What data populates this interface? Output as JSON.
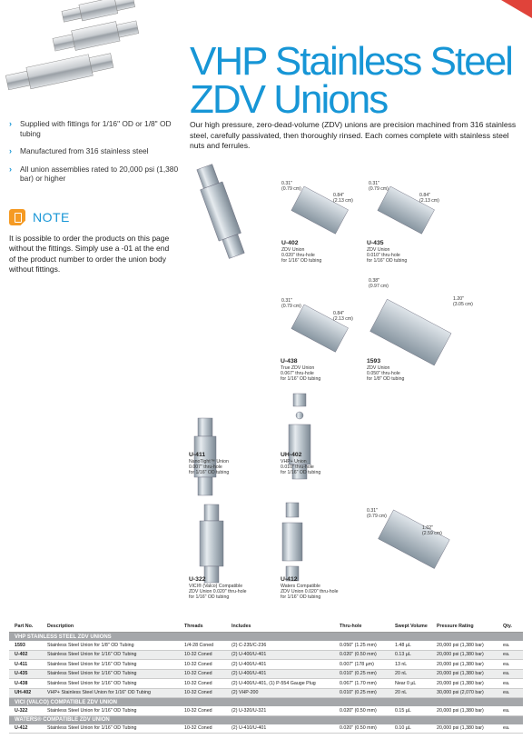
{
  "title": {
    "line1": "VHP Stainless Steel",
    "line2": "ZDV Unions"
  },
  "bullets": [
    "Supplied with fittings for 1/16\" OD or 1/8\" OD tubing",
    "Manufactured from 316 stainless steel",
    "All union assemblies rated to 20,000 psi (1,380 bar) or higher"
  ],
  "note": {
    "label": "NOTE",
    "text": "It is possible to order the products on this page without the fittings. Simply use a -01 at the end of the product number to order the union body without fittings."
  },
  "intro": "Our high pressure, zero-dead-volume (ZDV) unions are precision machined from 316 stainless steel, carefully passivated, then thoroughly rinsed. Each comes complete with stainless steel nuts and ferrules.",
  "products": {
    "u402": {
      "pn": "U-402",
      "l1": "ZDV Union",
      "l2": "0.020\" thru-hole",
      "l3": "for 1/16\" OD tubing",
      "d1": "0.31\"",
      "d1m": "(0.79 cm)",
      "d2": "0.84\"",
      "d2m": "(2.13 cm)"
    },
    "u435": {
      "pn": "U-435",
      "l1": "ZDV Union",
      "l2": "0.010\" thru-hole",
      "l3": "for 1/16\" OD tubing",
      "d1": "0.31\"",
      "d1m": "(0.79 cm)",
      "d2": "0.84\"",
      "d2m": "(2.13 cm)"
    },
    "u438": {
      "pn": "U-438",
      "l1": "True ZDV Union",
      "l2": "0.067\" thru-hole",
      "l3": "for 1/16\" OD tubing",
      "d1": "0.31\"",
      "d1m": "(0.79 cm)",
      "d2": "0.84\"",
      "d2m": "(2.13 cm)"
    },
    "p1593": {
      "pn": "1593",
      "l1": "ZDV Union",
      "l2": "0.050\" thru-hole",
      "l3": "for 1/8\" OD tubing",
      "d1": "0.38\"",
      "d1m": "(0.97 cm)",
      "d2": "1.20\"",
      "d2m": "(3.05 cm)"
    },
    "u411": {
      "pn": "U-411",
      "l1": "NanoTight™ Union",
      "l2": "0.007\" thru-hole",
      "l3": "for 1/16\" OD tubing"
    },
    "uh402": {
      "pn": "UH-402",
      "l1": "VHP+ Union",
      "l2": "0.010\" thru-hole",
      "l3": "for 1/16\" OD tubing"
    },
    "u322": {
      "pn": "U-322",
      "l1": "VICI® (Valco) Compatible",
      "l2": "ZDV Union 0.020\" thru-hole",
      "l3": "for 1/16\" OD tubing"
    },
    "u412": {
      "pn": "U-412",
      "l1": "Waters Compatible",
      "l2": "ZDV Union 0.020\" thru-hole",
      "l3": "for 1/16\" OD tubing",
      "d1": "0.31\"",
      "d1m": "(0.79 cm)",
      "d2": "1.02\"",
      "d2m": "(2.59 cm)"
    }
  },
  "table": {
    "headers": [
      "Part No.",
      "Description",
      "Threads",
      "Includes",
      "Thru-hole",
      "Swept Volume",
      "Pressure Rating",
      "Qty."
    ],
    "sections": [
      {
        "name": "VHP STAINLESS STEEL ZDV UNIONS",
        "rows": [
          [
            "1593",
            "Stainless Steel Union for 1/8\" OD Tubing",
            "1/4-28 Coned",
            "(2) C-235/C-236",
            "0.050\" (1.25 mm)",
            "1.48 µL",
            "20,000 psi (1,380 bar)",
            "ea."
          ],
          [
            "U-402",
            "Stainless Steel Union for 1/16\" OD Tubing",
            "10-32 Coned",
            "(2) U-400/U-401",
            "0.020\" (0.50 mm)",
            "0.13 µL",
            "20,000 psi (1,380 bar)",
            "ea."
          ],
          [
            "U-411",
            "Stainless Steel Union for 1/16\" OD Tubing",
            "10-32 Coned",
            "(2) U-400/U-401",
            "0.007\" (178 µm)",
            "13 nL",
            "20,000 psi (1,380 bar)",
            "ea."
          ],
          [
            "U-435",
            "Stainless Steel Union for 1/16\" OD Tubing",
            "10-32 Coned",
            "(2) U-400/U-401",
            "0.010\" (0.25 mm)",
            "20 nL",
            "20,000 psi (1,380 bar)",
            "ea."
          ],
          [
            "U-438",
            "Stainless Steel Union for 1/16\" OD Tubing",
            "10-32 Coned",
            "(2) U-400/U-401, (1) P-554 Gauge Plug",
            "0.067\" (1.70 mm)",
            "Near 0 µL",
            "20,000 psi (1,380 bar)",
            "ea."
          ],
          [
            "UH-402",
            "VHP+ Stainless Steel Union for 1/16\" OD Tubing",
            "10-32 Coned",
            "(2) VHP-200",
            "0.010\" (0.25 mm)",
            "20 nL",
            "30,000 psi (2,070 bar)",
            "ea."
          ]
        ]
      },
      {
        "name": "VICI (VALCO) COMPATIBLE ZDV UNION",
        "rows": [
          [
            "U-322",
            "Stainless Steel Union for 1/16\" OD Tubing",
            "10-32 Coned",
            "(2) U-320/U-321",
            "0.020\" (0.50 mm)",
            "0.15 µL",
            "20,000 psi (1,380 bar)",
            "ea."
          ]
        ]
      },
      {
        "name": "WATERS® COMPATIBLE ZDV UNION",
        "rows": [
          [
            "U-412",
            "Stainless Steel Union for 1/16\" OD Tubing",
            "10-32 Coned",
            "(2) U-410/U-401",
            "0.020\" (0.50 mm)",
            "0.10 µL",
            "20,000 psi (1,380 bar)",
            "ea."
          ]
        ]
      }
    ]
  }
}
